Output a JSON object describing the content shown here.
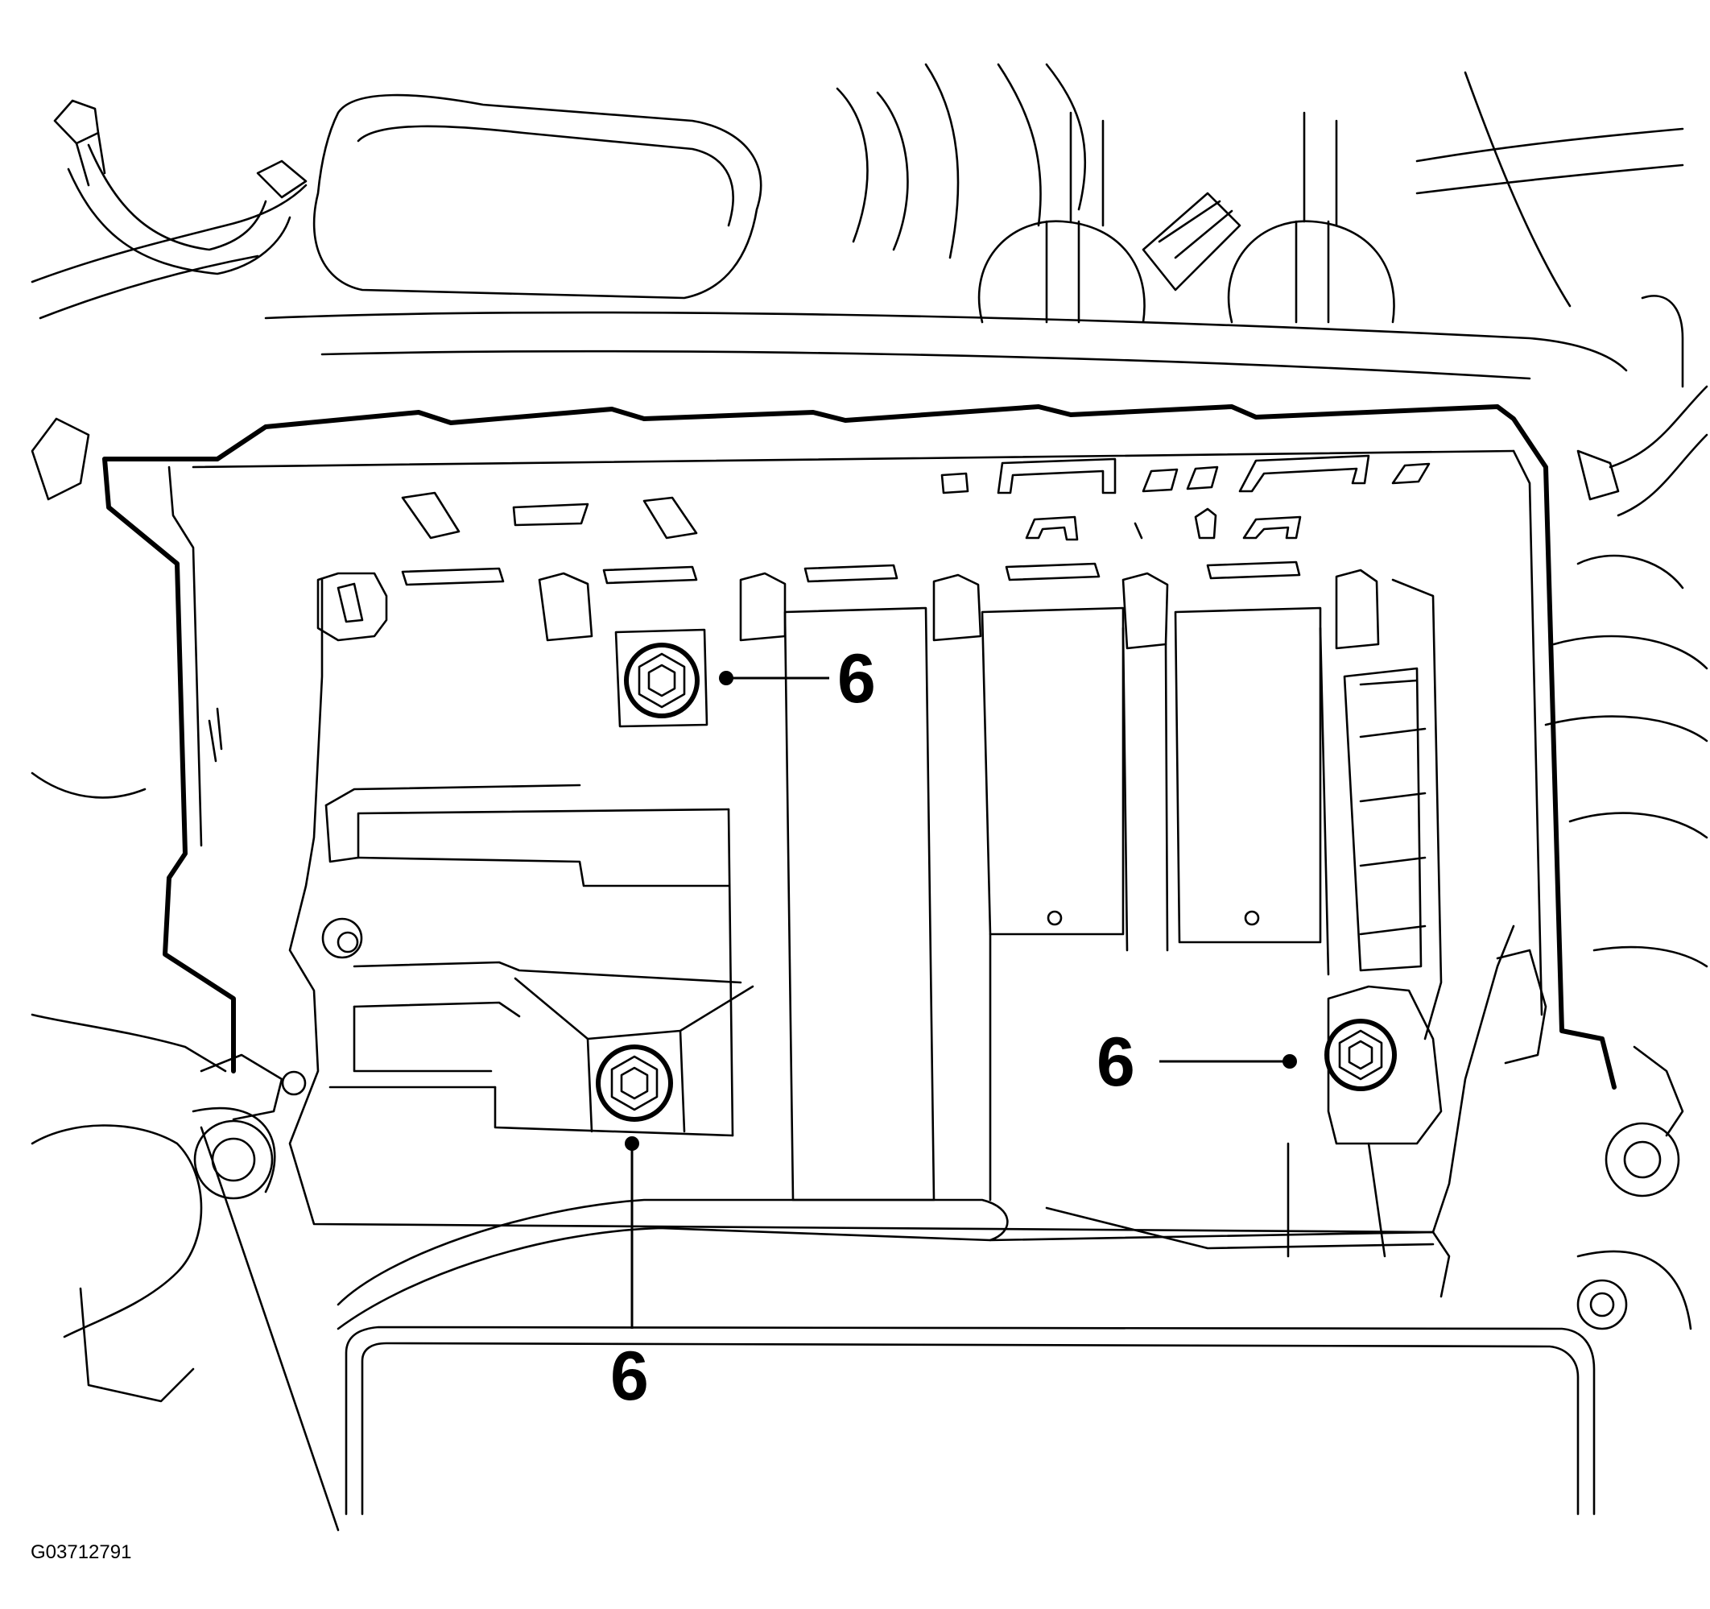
{
  "diagram": {
    "figure_id": "G03712791",
    "callouts": [
      {
        "id": "bolt-upper-middle",
        "label": "6"
      },
      {
        "id": "bolt-right",
        "label": "6"
      },
      {
        "id": "bolt-lower-middle",
        "label": "6"
      }
    ]
  }
}
